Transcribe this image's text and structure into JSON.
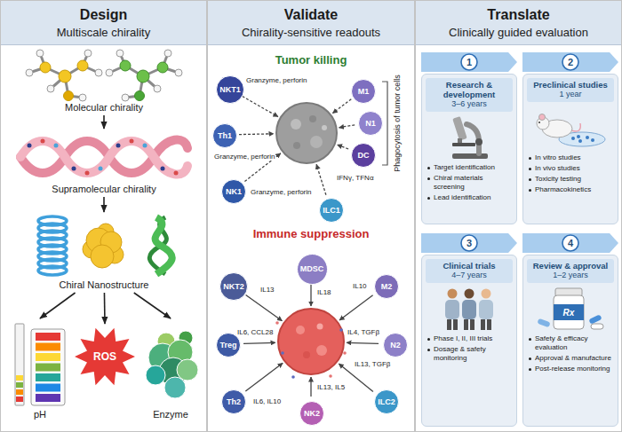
{
  "diagram": {
    "nodes": [
      {
        "text": [
          "Design",
          "Multiscale chirality"
        ]
      },
      {
        "text": [
          "Molecular chirality"
        ],
        "in": 0
      },
      {
        "text": [
          "Supramolecular chirality"
        ],
        "in": 0
      },
      {
        "text": [
          "Chiral Nanostructure"
        ],
        "in": 0
      },
      {
        "text": [
          "pH"
        ],
        "in": 0
      },
      {
        "text": [
          "ROS"
        ],
        "in": 0
      },
      {
        "text": [
          "Enzyme"
        ],
        "in": 0
      },
      {
        "text": [
          "Validate",
          "Chirality-sensitive readouts"
        ]
      },
      {
        "text": [
          "NKT1"
        ],
        "in": 7
      },
      {
        "text": [
          "M1"
        ],
        "in": 7
      },
      {
        "text": [
          "N1"
        ],
        "in": 7
      },
      {
        "text": [
          "Th1"
        ],
        "in": 7
      },
      {
        "text": [
          "DC"
        ],
        "in": 7
      },
      {
        "text": [
          "NK1"
        ],
        "in": 7
      },
      {
        "text": [
          "ILC1"
        ],
        "in": 7
      },
      {
        "text": [
          "MDSC"
        ],
        "in": 7
      },
      {
        "text": [
          "NKT2"
        ],
        "in": 7
      },
      {
        "text": [
          "M2"
        ],
        "in": 7
      },
      {
        "text": [
          "Treg"
        ],
        "in": 7
      },
      {
        "text": [
          "N2"
        ],
        "in": 7
      },
      {
        "text": [
          "Th2"
        ],
        "in": 7
      },
      {
        "text": [
          "ILC2"
        ],
        "in": 7
      },
      {
        "text": [
          "NK2"
        ],
        "in": 7
      },
      {
        "text": [
          "Translate",
          "Clinically guided evaluation"
        ]
      },
      {
        "text": [
          "Research & development",
          "3–6 years",
          "Target identification",
          "Chiral materials screening",
          "Lead identification"
        ],
        "in": 23
      },
      {
        "text": [
          "1"
        ],
        "in": 24
      },
      {
        "text": [
          "Preclinical studies",
          "1 year",
          "In vitro studies",
          "In vivo studies",
          "Toxicity testing",
          "Pharmacokinetics"
        ],
        "in": 23
      },
      {
        "text": [
          "2"
        ],
        "in": 26
      },
      {
        "text": [
          "Clinical trials",
          "4–7 years",
          "Phase I, II, III trials",
          "Dosage & safety monitoring"
        ],
        "in": 23
      },
      {
        "text": [
          "3"
        ],
        "in": 28
      },
      {
        "text": [
          "Review & approval",
          "1–2 years",
          "Rx",
          "Safety & efficacy evaluation",
          "Approval & manufacture",
          "Post-release monitoring"
        ],
        "in": 23
      },
      {
        "text": [
          "4"
        ],
        "in": 30
      }
    ],
    "edges": [
      {
        "from": 1,
        "to": 2,
        "arrow": "to"
      },
      {
        "from": 2,
        "to": 3,
        "arrow": "to"
      },
      {
        "from": 3,
        "to": 4,
        "arrow": "to"
      },
      {
        "from": 3,
        "to": 5,
        "arrow": "to"
      },
      {
        "from": 3,
        "to": 6,
        "arrow": "to"
      }
    ],
    "labels": [
      "Tumor killing",
      "Granzyme, perforin",
      "Granzyme, perforin",
      "Granzyme, perforin",
      "IFNγ, TFNα",
      "Phagocytosis of tumor cells",
      "Immune suppression",
      "IL18",
      "IL13",
      "IL10",
      "IL6, CCL28",
      "IL4, TGFβ",
      "IL6, IL10",
      "IL13, IL5",
      "IL13, TGFβ"
    ]
  }
}
